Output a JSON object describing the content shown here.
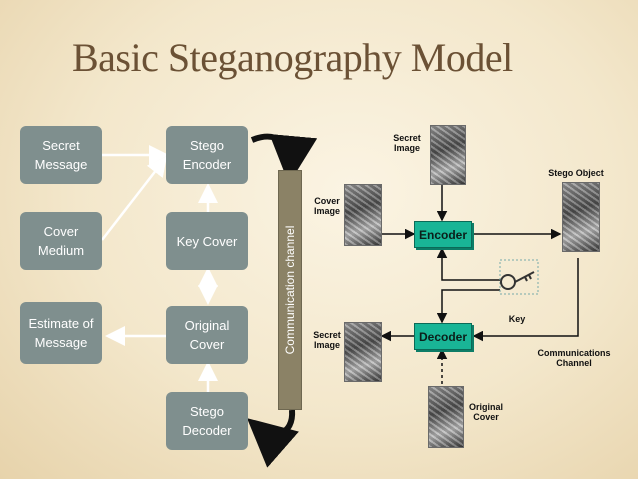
{
  "title": "Basic Steganography Model",
  "left_diagram": {
    "secret_message": "Secret Message",
    "cover_medium": "Cover Medium",
    "estimate_of_message": "Estimate of Message",
    "stego_encoder": "Stego Encoder",
    "key_cover": "Key Cover",
    "original_cover": "Original Cover",
    "stego_decoder": "Stego Decoder",
    "communication_channel": "Communication channel"
  },
  "right_diagram": {
    "secret_image_top": "Secret Image",
    "cover_image": "Cover Image",
    "stego_object": "Stego Object",
    "encoder": "Encoder",
    "decoder": "Decoder",
    "key": "Key",
    "secret_image_bottom": "Secret Image",
    "communications_channel": "Communications Channel",
    "original_cover": "Original Cover"
  },
  "colors": {
    "box_fill": "#7f8f8e",
    "channel_fill": "#8b8266",
    "coder_fill": "#19b596",
    "title": "#6b5135"
  }
}
